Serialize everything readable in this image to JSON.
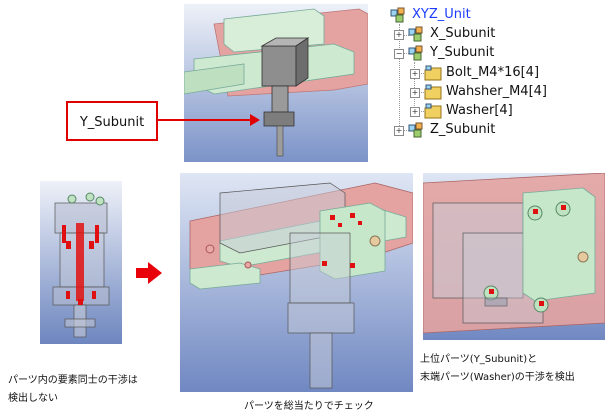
{
  "tree": {
    "root": "XYZ_Unit",
    "items": [
      {
        "label": "X_Subunit"
      },
      {
        "label": "Y_Subunit"
      },
      {
        "label": "Bolt_M4*16[4]"
      },
      {
        "label": "Wahsher_M4[4]"
      },
      {
        "label": "Washer[4]"
      },
      {
        "label": "Z_Subunit"
      }
    ]
  },
  "callout": {
    "label": "Y_Subunit"
  },
  "captions": {
    "left_line1": "パーツ内の要素同士の干渉は",
    "left_line2": "検出しない",
    "center": "パーツを総当たりでチェック",
    "right_line1": "上位パーツ(Y_Subunit)と",
    "right_line2": "末端パーツ(Washer)の干渉を検出"
  },
  "colors": {
    "root_text": "#1c3cff",
    "callout_border": "#e00000",
    "arrow": "#e8000a",
    "viewport_bg_top": "#dfe6f4",
    "viewport_bg_bottom": "#6f88c0",
    "red_part": "#e7a8a6",
    "green_part": "#cde9cf",
    "tree_folder": "#f0d060"
  }
}
